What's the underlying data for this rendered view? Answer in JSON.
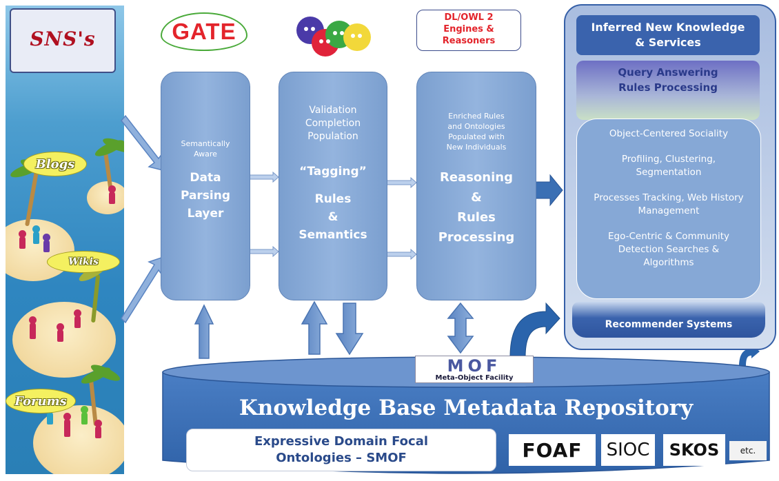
{
  "left_panel": {
    "sns_label": "SNS's",
    "clouds": [
      "Blogs",
      "Wikis",
      "Forums"
    ]
  },
  "logos": {
    "gate": "GATE",
    "dl_owl_lines": [
      "DL/OWL 2",
      "Engines &",
      "Reasoners"
    ]
  },
  "layer1": {
    "small": "Semantically Aware",
    "title_lines": [
      "Data",
      "Parsing",
      "Layer"
    ]
  },
  "layer2": {
    "top_lines": [
      "Validation",
      "Completion",
      "Population"
    ],
    "tagging": "“Tagging”",
    "title_lines": [
      "Rules",
      "&",
      "Semantics"
    ]
  },
  "layer3": {
    "small_lines": [
      "Enriched Rules",
      "and Ontologies",
      "Populated with",
      "New Individuals"
    ],
    "title_lines": [
      "Reasoning",
      "&",
      "Rules",
      "Processing"
    ]
  },
  "right_panel": {
    "header": "Inferred New Knowledge & Services",
    "query": "Query Answering Rules Processing",
    "items": [
      "Object-Centered Sociality",
      "Profiling, Clustering, Segmentation",
      "Processes Tracking, Web History Management",
      "Ego-Centric & Community Detection Searches & Algorithms"
    ],
    "recommender": "Recommender Systems"
  },
  "repository": {
    "mof_logo": "MOF",
    "mof_caption": "Meta-Object Facility",
    "title": "Knowledge Base Metadata Repository",
    "ontologies": "Expressive Domain Focal Ontologies – SMOF",
    "foaf": "FOAF",
    "sioc": "SIOC",
    "skos": "SKOS",
    "etc": "etc."
  },
  "colors": {
    "box_blue": "#86a8d6",
    "dark_blue": "#3a63ad",
    "gate_red": "#e3242b",
    "title_white": "#ffffff"
  }
}
